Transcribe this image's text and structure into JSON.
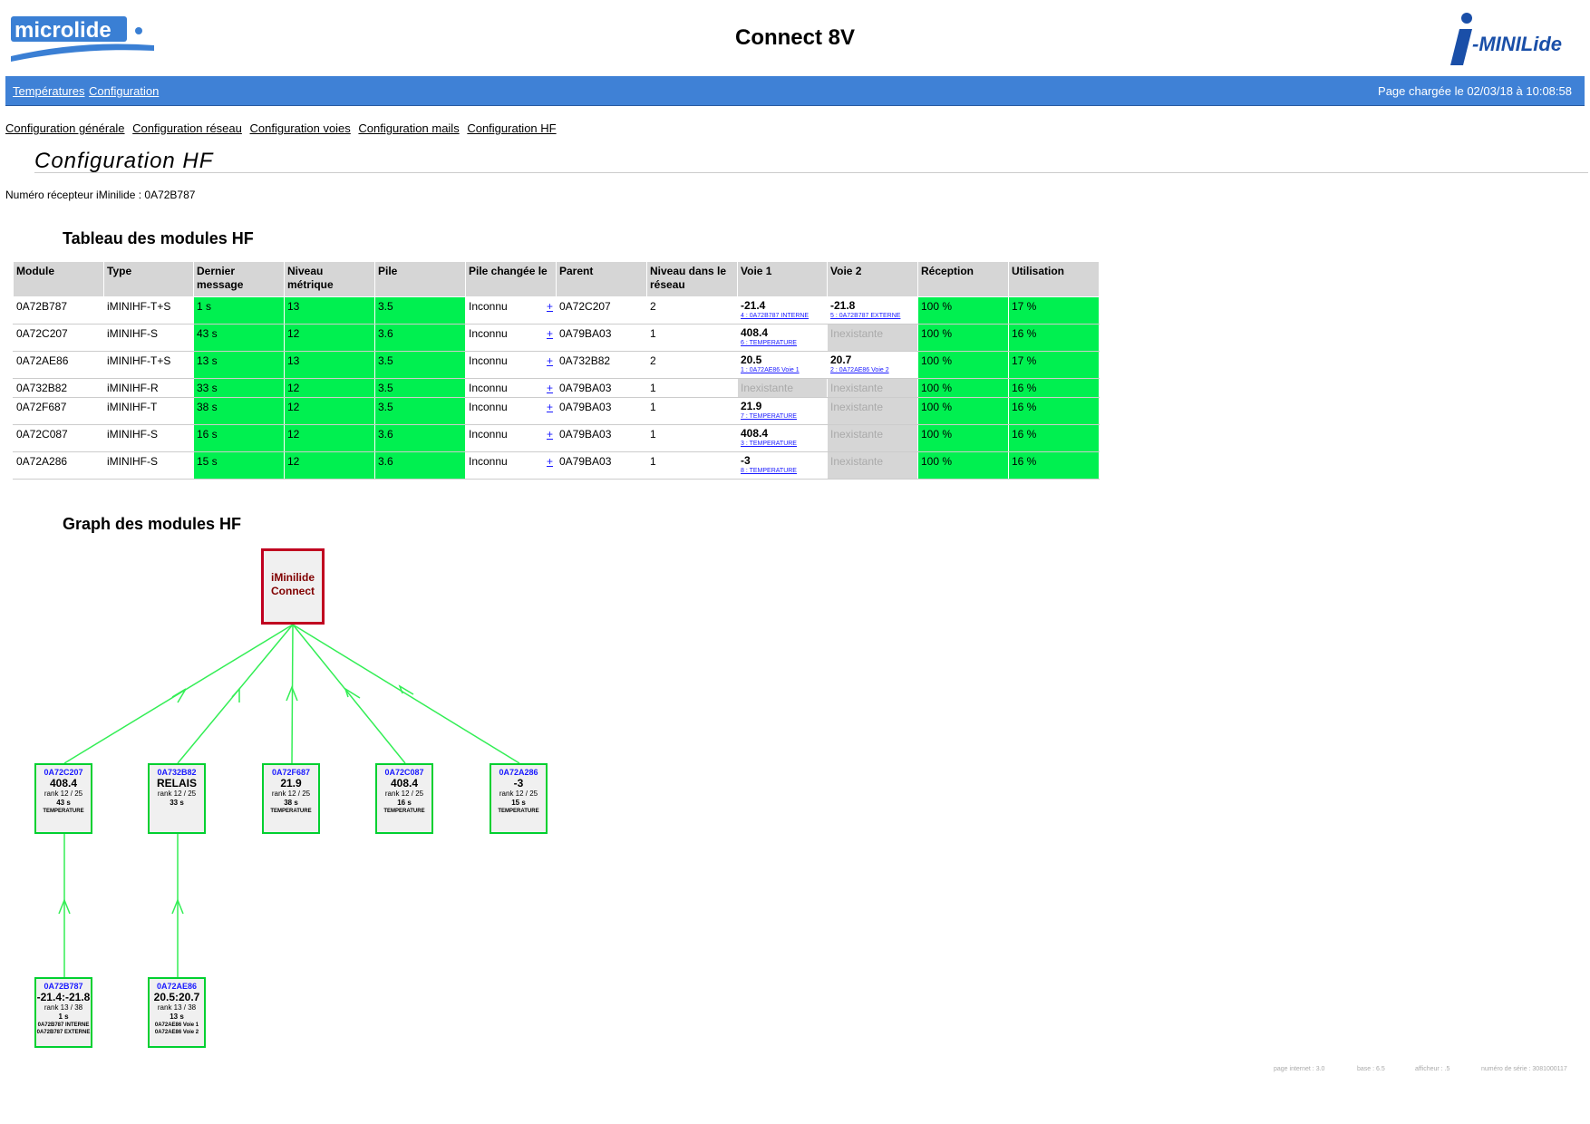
{
  "header": {
    "title": "Connect 8V",
    "logo_left_text": "microlide",
    "logo_right_text": "i-MINILide"
  },
  "topbar": {
    "links": [
      "Températures",
      "Configuration"
    ],
    "loaded": "Page chargée le 02/03/18 à 10:08:58",
    "bg_color": "#3f81d6"
  },
  "subnav": [
    "Configuration générale",
    "Configuration réseau",
    "Configuration voies",
    "Configuration mails",
    "Configuration HF"
  ],
  "section_title": "Configuration HF",
  "receiver": "Numéro récepteur iMinilide : 0A72B787",
  "table_title": "Tableau des modules HF",
  "graph_title": "Graph des modules HF",
  "table": {
    "headers": [
      "Module",
      "Type",
      "Dernier message",
      "Niveau métrique",
      "Pile",
      "Pile changée le",
      "Parent",
      "Niveau dans le réseau",
      "Voie 1",
      "Voie 2",
      "Réception",
      "Utilisation"
    ],
    "plus": "+",
    "rows": [
      {
        "module": "0A72B787",
        "type": "iMINIHF-T+S",
        "last": "1 s",
        "niveau": "13",
        "pile": "3.5",
        "changed": "Inconnu",
        "parent": "0A72C207",
        "reseau": "2",
        "v1": "-21.4",
        "v1l": "4 : 0A72B787 INTERNE",
        "v2": "-21.8",
        "v2l": "5 : 0A72B787 EXTERNE",
        "rec": "100 %",
        "util": "17 %"
      },
      {
        "module": "0A72C207",
        "type": "iMINIHF-S",
        "last": "43 s",
        "niveau": "12",
        "pile": "3.6",
        "changed": "Inconnu",
        "parent": "0A79BA03",
        "reseau": "1",
        "v1": "408.4",
        "v1l": "6 : TEMPERATURE",
        "v2": "Inexistante",
        "v2l": "",
        "rec": "100 %",
        "util": "16 %"
      },
      {
        "module": "0A72AE86",
        "type": "iMINIHF-T+S",
        "last": "13 s",
        "niveau": "13",
        "pile": "3.5",
        "changed": "Inconnu",
        "parent": "0A732B82",
        "reseau": "2",
        "v1": "20.5",
        "v1l": "1 : 0A72AE86 Voie 1",
        "v2": "20.7",
        "v2l": "2 : 0A72AE86 Voie 2",
        "rec": "100 %",
        "util": "17 %"
      },
      {
        "module": "0A732B82",
        "type": "iMINIHF-R",
        "last": "33 s",
        "niveau": "12",
        "pile": "3.5",
        "changed": "Inconnu",
        "parent": "0A79BA03",
        "reseau": "1",
        "v1": "Inexistante",
        "v1l": "",
        "v2": "Inexistante",
        "v2l": "",
        "rec": "100 %",
        "util": "16 %"
      },
      {
        "module": "0A72F687",
        "type": "iMINIHF-T",
        "last": "38 s",
        "niveau": "12",
        "pile": "3.5",
        "changed": "Inconnu",
        "parent": "0A79BA03",
        "reseau": "1",
        "v1": "21.9",
        "v1l": "7 : TEMPERATURE",
        "v2": "Inexistante",
        "v2l": "",
        "rec": "100 %",
        "util": "16 %"
      },
      {
        "module": "0A72C087",
        "type": "iMINIHF-S",
        "last": "16 s",
        "niveau": "12",
        "pile": "3.6",
        "changed": "Inconnu",
        "parent": "0A79BA03",
        "reseau": "1",
        "v1": "408.4",
        "v1l": "3 : TEMPERATURE",
        "v2": "Inexistante",
        "v2l": "",
        "rec": "100 %",
        "util": "16 %"
      },
      {
        "module": "0A72A286",
        "type": "iMINIHF-S",
        "last": "15 s",
        "niveau": "12",
        "pile": "3.6",
        "changed": "Inconnu",
        "parent": "0A79BA03",
        "reseau": "1",
        "v1": "-3",
        "v1l": "8 : TEMPERATURE",
        "v2": "Inexistante",
        "v2l": "",
        "rec": "100 %",
        "util": "16 %"
      }
    ]
  },
  "graph": {
    "root": {
      "line1": "iMinilide",
      "line2": "Connect"
    },
    "nodes": [
      {
        "id": "0A72C207",
        "val": "408.4",
        "rank": "rank 12 / 25",
        "time": "43 s",
        "labels": [
          "TEMPERATURE"
        ]
      },
      {
        "id": "0A732B82",
        "val": "RELAIS",
        "rank": "rank 12 / 25",
        "time": "33 s",
        "labels": []
      },
      {
        "id": "0A72F687",
        "val": "21.9",
        "rank": "rank 12 / 25",
        "time": "38 s",
        "labels": [
          "TEMPERATURE"
        ]
      },
      {
        "id": "0A72C087",
        "val": "408.4",
        "rank": "rank 12 / 25",
        "time": "16 s",
        "labels": [
          "TEMPERATURE"
        ]
      },
      {
        "id": "0A72A286",
        "val": "-3",
        "rank": "rank 12 / 25",
        "time": "15 s",
        "labels": [
          "TEMPERATURE"
        ]
      },
      {
        "id": "0A72B787",
        "val": "-21.4:-21.8",
        "rank": "rank 13 / 38",
        "time": "1 s",
        "labels": [
          "0A72B787 INTERNE",
          "0A72B787 EXTERNE"
        ]
      },
      {
        "id": "0A72AE86",
        "val": "20.5:20.7",
        "rank": "rank 13 / 38",
        "time": "13 s",
        "labels": [
          "0A72AE86 Voie 1",
          "0A72AE86 Voie 2"
        ]
      }
    ],
    "line_color": "#33ee55",
    "node_border_color": "#00d030",
    "root_border_color": "#c00020"
  },
  "footer": {
    "page": "page internet : 3.0",
    "base": "base : 6.5",
    "afficheur": "afficheur : .5",
    "serie": "numéro de série : 3081000117"
  }
}
